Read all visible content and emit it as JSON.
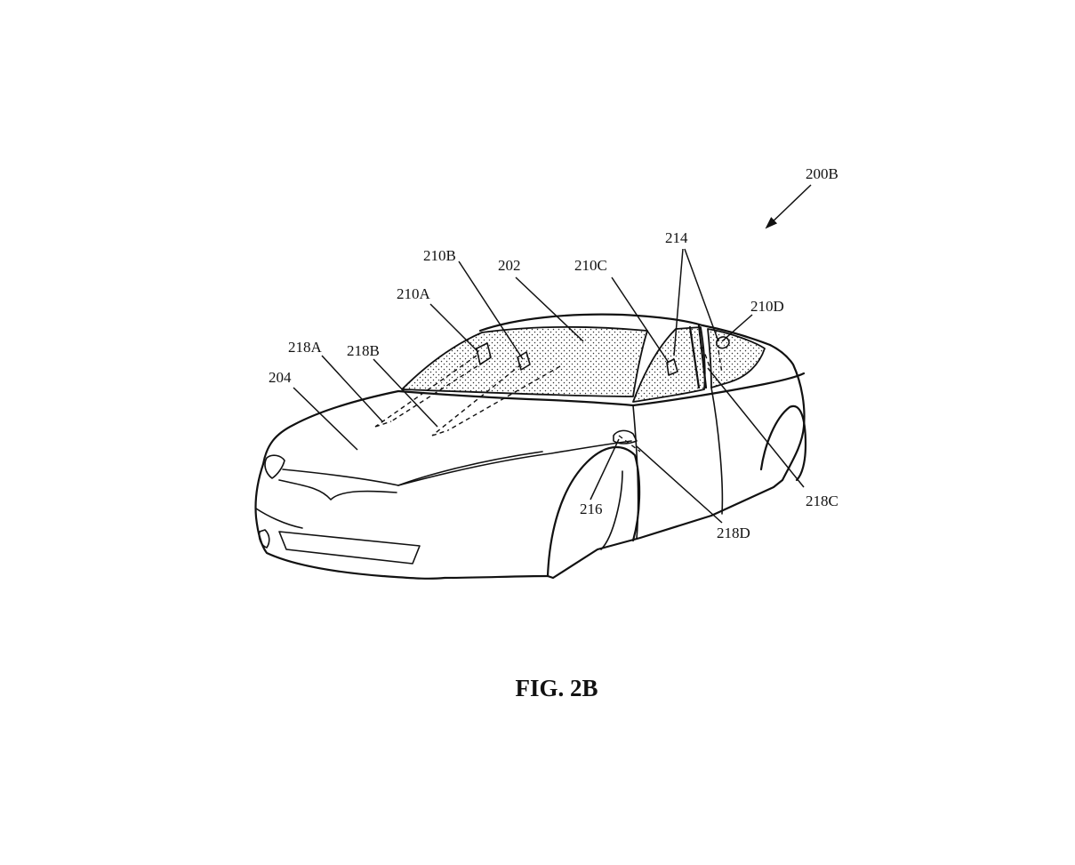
{
  "figure": {
    "caption": "FIG. 2B",
    "reference_numerals": {
      "assembly": "200B",
      "windshield": "202",
      "hood": "204",
      "projector_a": "210A",
      "projector_b": "210B",
      "projector_c": "210C",
      "projector_d": "210D",
      "side_windows": "214",
      "side_mirror": "216",
      "beam_a": "218A",
      "beam_b": "218B",
      "beam_c": "218C",
      "beam_d": "218D"
    }
  }
}
